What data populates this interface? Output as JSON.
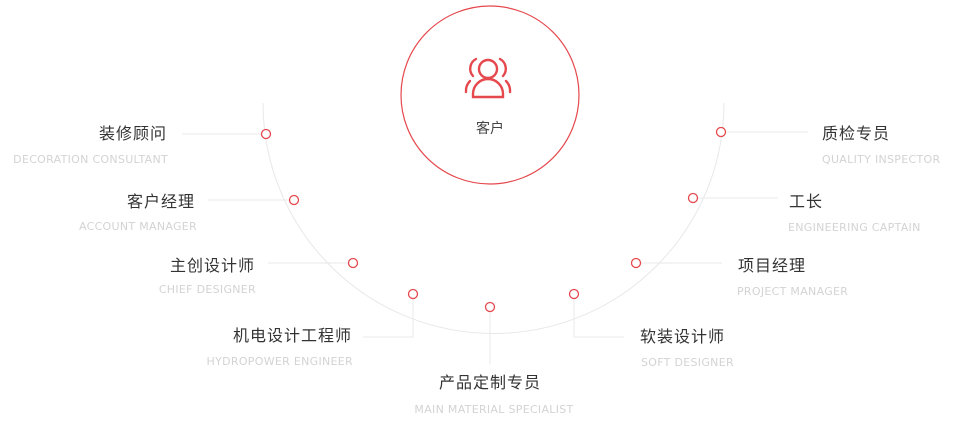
{
  "center": {
    "label": "客户",
    "icon": "users-icon",
    "accent": "#e5484d"
  },
  "roles": [
    {
      "zh": "装修顾问",
      "en": "DECORATION CONSULTANT"
    },
    {
      "zh": "客户经理",
      "en": "ACCOUNT MANAGER"
    },
    {
      "zh": "主创设计师",
      "en": "CHIEF DESIGNER"
    },
    {
      "zh": "机电设计工程师",
      "en": "HYDROPOWER ENGINEER"
    },
    {
      "zh": "产品定制专员",
      "en": "MAIN MATERIAL SPECIALIST"
    },
    {
      "zh": "软装设计师",
      "en": "SOFT DESIGNER"
    },
    {
      "zh": "项目经理",
      "en": "PROJECT MANAGER"
    },
    {
      "zh": "工长",
      "en": "ENGINEERING CAPTAIN"
    },
    {
      "zh": "质检专员",
      "en": "QUALITY INSPECTOR"
    }
  ]
}
